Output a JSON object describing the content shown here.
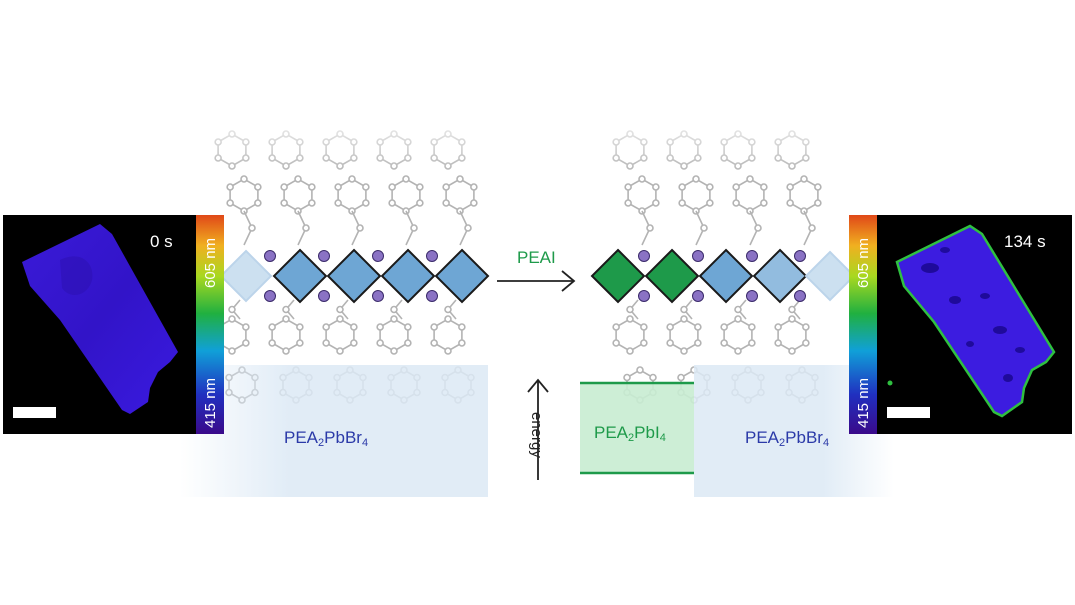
{
  "left_panel": {
    "time_label": "0 s",
    "colorbar": {
      "top_label": "605 nm",
      "bottom_label": "415 nm"
    }
  },
  "right_panel": {
    "time_label": "134 s",
    "colorbar": {
      "top_label": "605 nm",
      "bottom_label": "415 nm"
    }
  },
  "reaction": {
    "reagent_label": "PEAI"
  },
  "energy_axis": {
    "label": "energy"
  },
  "band_labels": {
    "left": {
      "base": "PEA",
      "sub1": "2",
      "mid": "PbBr",
      "sub2": "4"
    },
    "center": {
      "base": "PEA",
      "sub1": "2",
      "mid": "PbI",
      "sub2": "4"
    },
    "right": {
      "base": "PEA",
      "sub1": "2",
      "mid": "PbBr",
      "sub2": "4"
    }
  },
  "colors": {
    "bromide_octahedra": "#6ea6d4",
    "iodide_octahedra": "#1e9a4a",
    "bromide_band": "#dce9f5",
    "iodide_band": "#c8ecd2",
    "bromide_text": "#2b3aa8",
    "iodide_text": "#1e9a4a",
    "crystal_blue": "#3a18d8",
    "atom_purple": "#8a72c4"
  }
}
